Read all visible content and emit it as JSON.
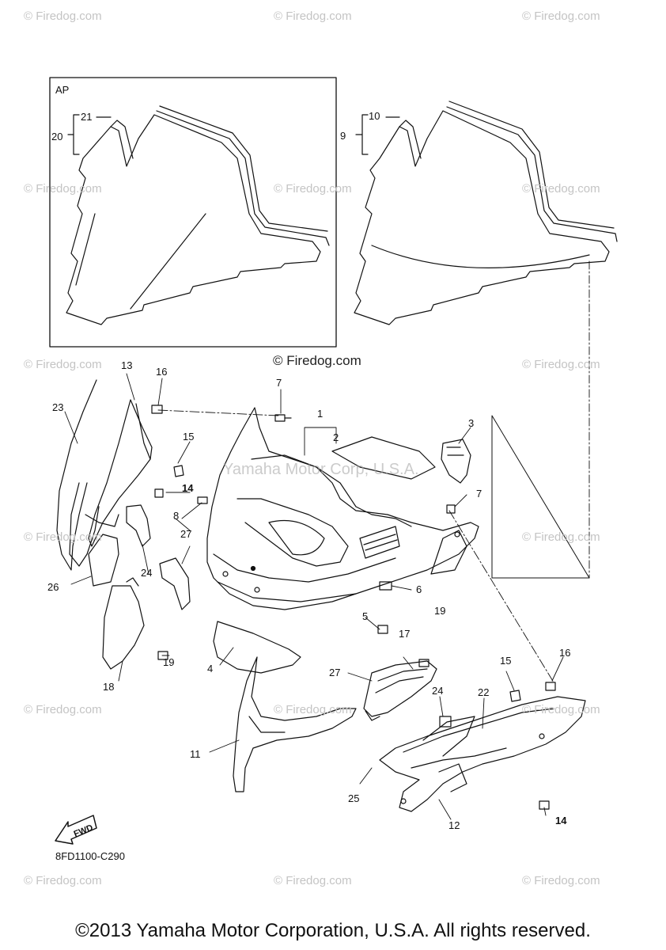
{
  "watermark": "© Firedog.com",
  "center_watermark": "© Firedog.com",
  "overlay_text": "Yamaha Motor Corp, U.S.A.",
  "ap_label": "AP",
  "diagram_code": "8FD1100-C290",
  "copyright": "©2013 Yamaha Motor Corporation, U.S.A. All rights reserved.",
  "fwd_label": "FWD",
  "callouts": [
    "1",
    "2",
    "3",
    "4",
    "5",
    "6",
    "7",
    "7",
    "8",
    "9",
    "10",
    "11",
    "12",
    "13",
    "14",
    "14",
    "15",
    "15",
    "16",
    "16",
    "17",
    "18",
    "19",
    "19",
    "20",
    "21",
    "22",
    "23",
    "24",
    "24",
    "25",
    "26",
    "27",
    "27"
  ]
}
